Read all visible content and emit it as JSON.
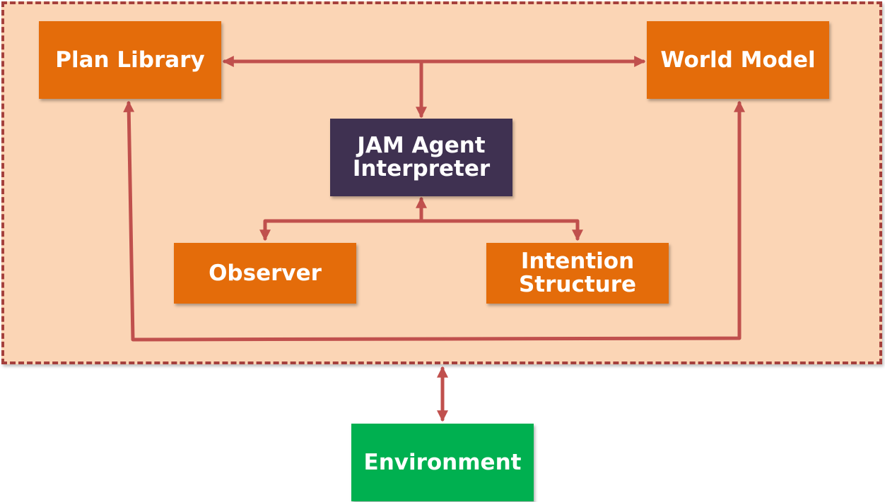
{
  "diagram": {
    "nodes": {
      "plan_library": {
        "label": "Plan Library"
      },
      "world_model": {
        "label": "World Model"
      },
      "interpreter": {
        "line1": "JAM Agent",
        "line2": "Interpreter"
      },
      "observer": {
        "label": "Observer"
      },
      "intention_structure": {
        "line1": "Intention",
        "line2": "Structure"
      },
      "environment": {
        "label": "Environment"
      }
    },
    "edges": [
      {
        "from": "plan_library",
        "to": "world_model",
        "direction": "both"
      },
      {
        "from": "plan_library",
        "to": "interpreter",
        "direction": "forward"
      },
      {
        "from": "interpreter",
        "to": "observer",
        "direction": "both"
      },
      {
        "from": "interpreter",
        "to": "intention_structure",
        "direction": "both"
      },
      {
        "from": "plan_library",
        "to": "world_model",
        "direction": "both",
        "route": "bottom-loop"
      },
      {
        "from": "agent_boundary",
        "to": "environment",
        "direction": "both"
      }
    ],
    "colors": {
      "boundary_fill": "#fbd5b5",
      "boundary_border": "#a5403c",
      "component": "#e46c0a",
      "interpreter": "#3f3151",
      "environment": "#00b050",
      "connector": "#c0504d"
    }
  }
}
